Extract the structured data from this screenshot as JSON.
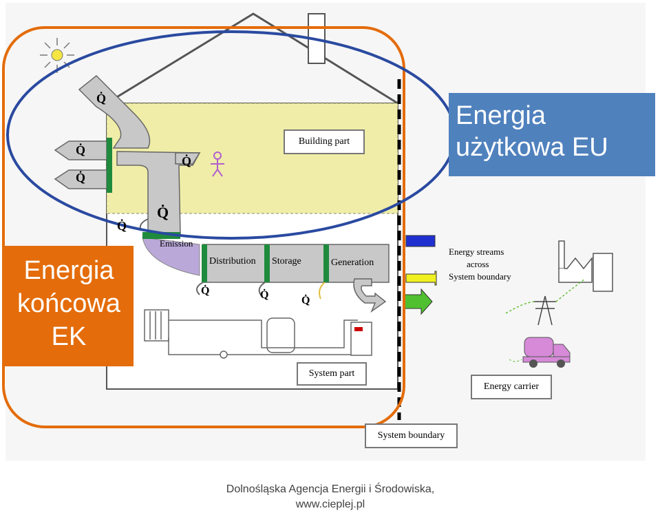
{
  "callouts": {
    "eu_line1": "Energia",
    "eu_line2": "użytkowa EU",
    "ek_line1": "Energia",
    "ek_line2": "końcowa",
    "ek_line3": "EK"
  },
  "diagram": {
    "building_part": "Building part",
    "emission": "Emission",
    "distribution": "Distribution",
    "storage": "Storage",
    "generation": "Generation",
    "system_part": "System part",
    "energy_streams_1": "Energy streams",
    "energy_streams_2": "across",
    "energy_streams_3": "System boundary",
    "energy_carrier": "Energy carrier",
    "system_boundary": "System boundary",
    "q_symbol": "Q̇"
  },
  "footer": {
    "line1": "Dolnośląska Agencja Energii i Środowiska,",
    "line2": "www.cieplej.pl"
  },
  "colors": {
    "eu_box": "#4f81bd",
    "ek_box": "#e46c0a",
    "building_fill": "#f0eda8",
    "green_bar": "#1e8a3c",
    "duct": "#bdbdbd"
  }
}
